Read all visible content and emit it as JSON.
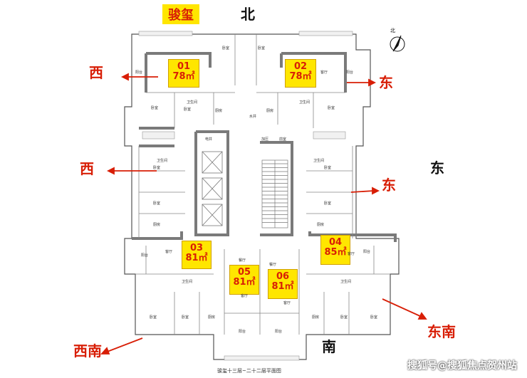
{
  "title": "骏玺",
  "directions": {
    "north": "北",
    "south": "南",
    "west": "西",
    "east": "东",
    "southeast": "东南",
    "southwest": "西南",
    "compass_north": "北"
  },
  "units": [
    {
      "id": "01",
      "area": "78㎡"
    },
    {
      "id": "02",
      "area": "78㎡"
    },
    {
      "id": "03",
      "area": "81㎡"
    },
    {
      "id": "04",
      "area": "85㎡"
    },
    {
      "id": "05",
      "area": "81㎡"
    },
    {
      "id": "06",
      "area": "81㎡"
    }
  ],
  "rooms": {
    "bedroom": "卧室",
    "living": "客厅",
    "balcony": "阳台",
    "bathroom": "卫生间",
    "kitchen": "厨房",
    "dining": "餐厅",
    "water_pipe": "水井",
    "elec_pipe": "电井",
    "fan_room": "加压",
    "stair_hall": "前室"
  },
  "caption": "骏玺十三层~二十二层平面图",
  "watermark": "搜狐号@搜狐焦点贺州站",
  "colors": {
    "accent_red": "#d81e06",
    "tag_yellow": "#ffe600",
    "wall_gray": "#8a8a8a"
  }
}
